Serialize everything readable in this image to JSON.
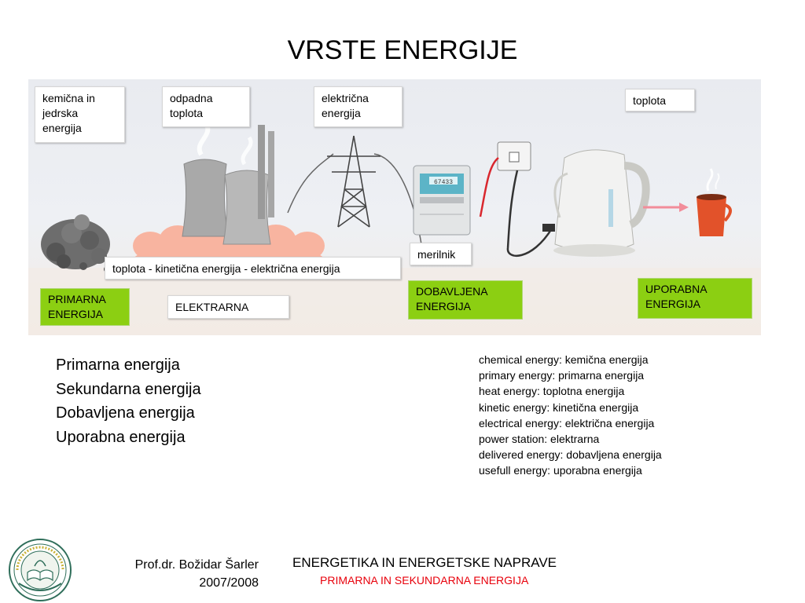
{
  "slide": {
    "title": "VRSTE ENERGIJE"
  },
  "diagram": {
    "labels": {
      "chemical_nuclear": "kemična in jedrska energija",
      "waste_heat": "odpadna toplota",
      "electric_energy": "električna energija",
      "heat": "toplota",
      "meter": "merilnik",
      "conversion_chain": "toplota - kinetična energija - električna energija",
      "power_station": "ELEKTRARNA"
    },
    "stages": {
      "primary": "PRIMARNA ENERGIJA",
      "delivered": "DOBAVLJENA ENERGIJA",
      "useful": "UPORABNA ENERGIJA"
    },
    "meter_display": "67433",
    "colors": {
      "stage_box": "#8ccf12",
      "cloud": "#f8b4a0",
      "cable_red": "#d9272e",
      "cup": "#e2522a"
    }
  },
  "energy_types": [
    "Primarna energija",
    "Sekundarna energija",
    "Dobavljena energija",
    "Uporabna energija"
  ],
  "glossary": [
    "chemical energy: kemična energija",
    "primary energy: primarna energija",
    "heat energy: toplotna energija",
    "kinetic energy: kinetična energija",
    "electrical energy: električna energija",
    "power station: elektrarna",
    "delivered energy: dobavljena energija",
    "usefull energy: uporabna energija"
  ],
  "footer": {
    "author": "Prof.dr. Božidar Šarler",
    "year": "2007/2008",
    "course": "ENERGETIKA IN ENERGETSKE NAPRAVE",
    "subtitle": "PRIMARNA IN SEKUNDARNA ENERGIJA"
  }
}
